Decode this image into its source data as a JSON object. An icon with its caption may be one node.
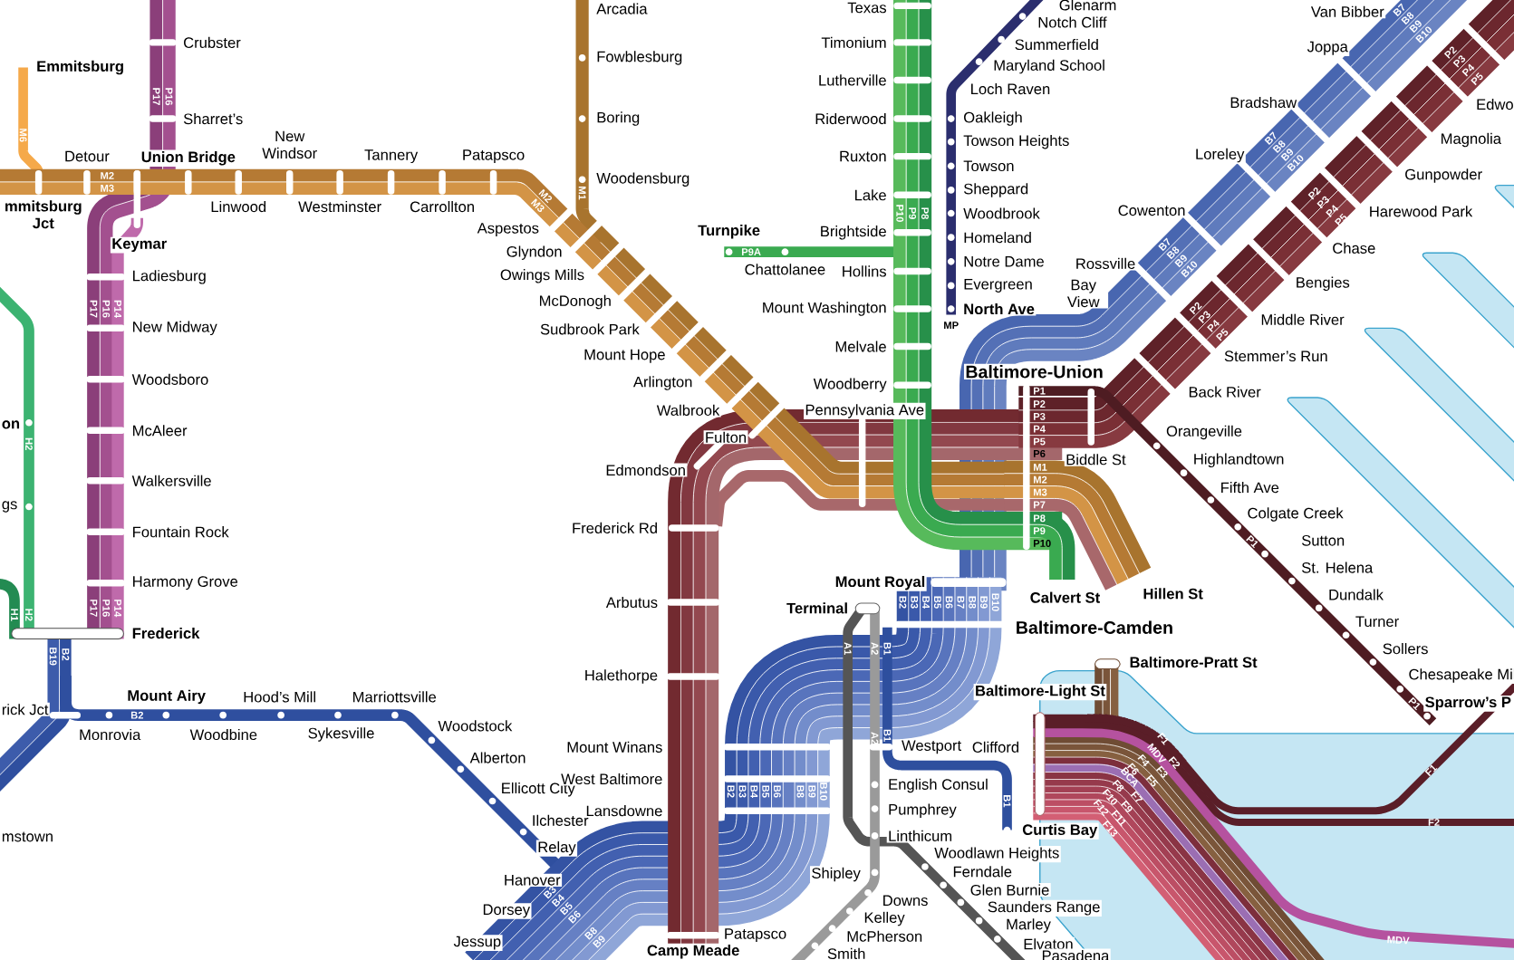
{
  "diagram": {
    "labels": [
      "Arcadia",
      "Crubster",
      "Emmitsburg",
      "Fowblesburg",
      "Sharret’s",
      "Boring",
      "New Windsor",
      "Detour",
      "Union Bridge",
      "Tannery",
      "Patapsco",
      "Woodensburg",
      "Linwood",
      "Westminster",
      "Carrollton",
      "mmitsburg Jct",
      "Aspestos",
      "Keymar",
      "Glyndon",
      "Ladiesburg",
      "Owings Mills",
      "McDonogh",
      "New Midway",
      "Sudbrook Park",
      "Mount Hope",
      "Woodsboro",
      "Arlington",
      "Walbrook",
      "on",
      "McAleer",
      "Fulton",
      "Edmondson",
      "Walkersville",
      "gs",
      "Fountain Rock",
      "Frederick Rd",
      "Harmony Grove",
      "Arbutus",
      "Frederick",
      "Halethorpe",
      "Mount Airy",
      "Hood’s Mill",
      "Marriottsville",
      "rick Jct",
      "Woodstock",
      "Monrovia",
      "Woodbine",
      "Sykesville",
      "Alberton",
      "Ellicott City",
      "Ilchester",
      "mstown",
      "Relay",
      "Hanover",
      "Dorsey",
      "Jessup",
      "Mount Winans",
      "West Baltimore",
      "Lansdowne",
      "Patapsco",
      "Camp Meade",
      "Texas",
      "Timonium",
      "Lutherville",
      "Riderwood",
      "Ruxton",
      "Lake",
      "Turnpike",
      "Brightside",
      "Chattolanee",
      "Hollins",
      "Mount Washington",
      "Melvale",
      "Woodberry",
      "Pennsylvania Ave",
      "Glenarm",
      "Notch Cliff",
      "Summerfield",
      "Maryland School",
      "Loch Raven",
      "Oakleigh",
      "Towson Heights",
      "Towson",
      "Sheppard",
      "Woodbrook",
      "Homeland",
      "Notre Dame",
      "Evergreen",
      "North Ave",
      "Van Bibber",
      "Joppa",
      "Bradshaw",
      "Loreley",
      "Cowenton",
      "Rossville",
      "Bay View",
      "Baltimore-Union",
      "Edwo",
      "Magnolia",
      "Gunpowder",
      "Harewood Park",
      "Chase",
      "Bengies",
      "Middle River",
      "Stemmer’s Run",
      "Back River",
      "Orangeville",
      "Biddle St",
      "Highlandtown",
      "Fifth Ave",
      "Colgate Creek",
      "Sutton",
      "St. Helena",
      "Dundalk",
      "Turner",
      "Sollers",
      "Chesapeake Mil",
      "Sparrow’s P",
      "Mount Royal",
      "Calvert St",
      "Hillen St",
      "Terminal",
      "Baltimore-Camden",
      "Baltimore-Pratt St",
      "Baltimore-Light St",
      "Westport",
      "Clifford",
      "English Consul",
      "Pumphrey",
      "Linthicum",
      "Curtis Bay",
      "Woodlawn Heights",
      "Shipley",
      "Ferndale",
      "Glen Burnie",
      "Downs",
      "Saunders Range",
      "Kelley",
      "Marley",
      "McPherson",
      "Elvaton",
      "Smith",
      "Pasadena",
      "M6",
      "P17",
      "P16",
      "M2",
      "M3",
      "M2",
      "M3",
      "M1",
      "P10",
      "P9",
      "P8",
      "P9A",
      "P17",
      "P16",
      "P14",
      "H2",
      "MP",
      "B7",
      "B8",
      "B9",
      "B10",
      "B7",
      "B8",
      "B9",
      "B10",
      "B7",
      "B8",
      "B9",
      "B10",
      "P2",
      "P3",
      "P4",
      "P5",
      "P2",
      "P3",
      "P4",
      "P5",
      "P2",
      "P3",
      "P4",
      "P5",
      "P1",
      "P2",
      "P3",
      "P4",
      "P5",
      "P6",
      "M1",
      "M2",
      "M3",
      "P7",
      "P8",
      "P9",
      "P10",
      "B2",
      "B3",
      "B4",
      "B5",
      "B6",
      "B7",
      "B8",
      "B9",
      "B10",
      "A1",
      "A2",
      "B1",
      "A2",
      "B1",
      "B2",
      "B3",
      "B4",
      "B5",
      "B6",
      "B8",
      "B9",
      "B10",
      "B3",
      "B4",
      "B5",
      "B6",
      "B8",
      "B9",
      "B1",
      "B19",
      "B2",
      "B2",
      "H1",
      "H2",
      "P17",
      "P16",
      "P14",
      "P1",
      "P1",
      "F1",
      "F2",
      "MDV",
      "F3",
      "F4",
      "F5",
      "F6",
      "BCA",
      "F7",
      "F8",
      "F9",
      "F10",
      "F11",
      "F12",
      "F13",
      "F1",
      "F2",
      "MDV"
    ]
  }
}
